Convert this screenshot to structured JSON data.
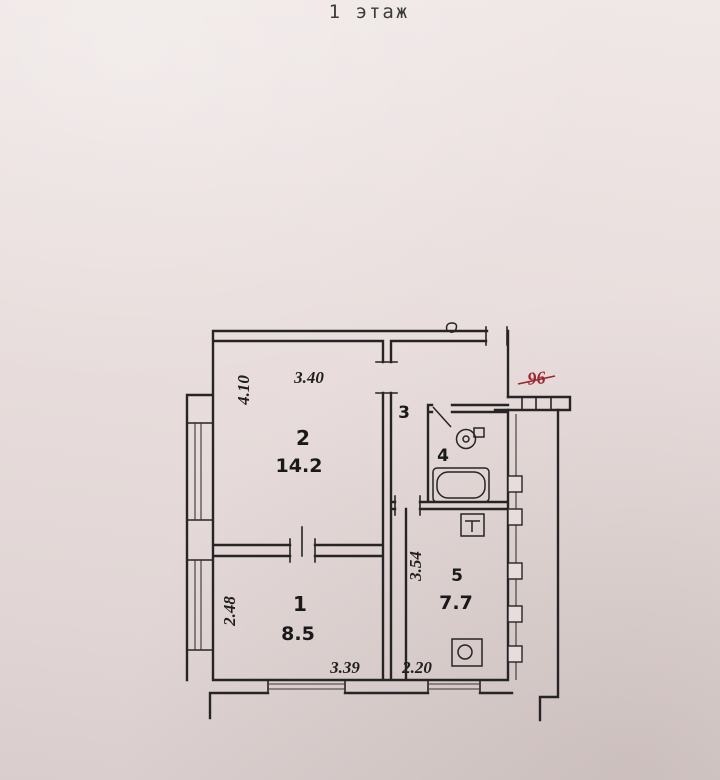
{
  "page": {
    "floor_label": "1 этаж"
  },
  "plan": {
    "apartment_number": "96",
    "rooms": [
      {
        "number": "1",
        "area": "8.5"
      },
      {
        "number": "2",
        "area": "14.2"
      },
      {
        "number": "3",
        "area": ""
      },
      {
        "number": "4",
        "area": ""
      },
      {
        "number": "5",
        "area": "7.7"
      }
    ],
    "dimensions": {
      "room2_width": "3.40",
      "room2_depth": "4.10",
      "room1_depth": "2.48",
      "room1_width": "3.39",
      "room5_depth": "3.54",
      "room5_width": "2.20"
    }
  }
}
